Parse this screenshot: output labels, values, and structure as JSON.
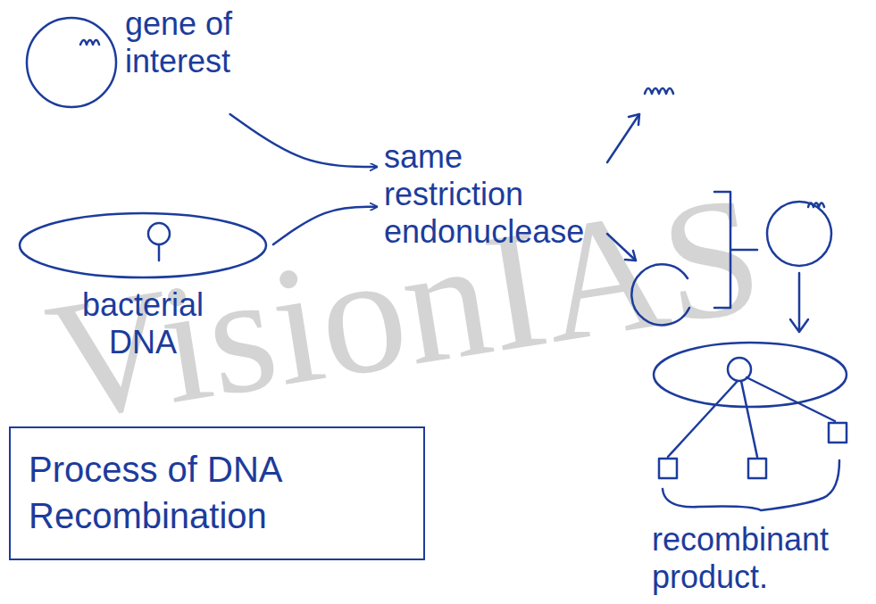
{
  "diagram": {
    "nodes": [
      {
        "text": [
          "gene of interest"
        ]
      },
      {
        "text": [
          "bacterial DNA"
        ]
      },
      {
        "text": [
          "same restriction endonuclease"
        ]
      },
      {
        "text": [
          "recombinant product."
        ]
      },
      {
        "text": [
          "Process of DNA Recombination"
        ]
      }
    ],
    "edges": [
      {
        "from": 0,
        "to": 2,
        "arrow": "to"
      },
      {
        "from": 1,
        "to": 2,
        "arrow": "to"
      }
    ],
    "labels": [
      "VisionIAS"
    ]
  }
}
